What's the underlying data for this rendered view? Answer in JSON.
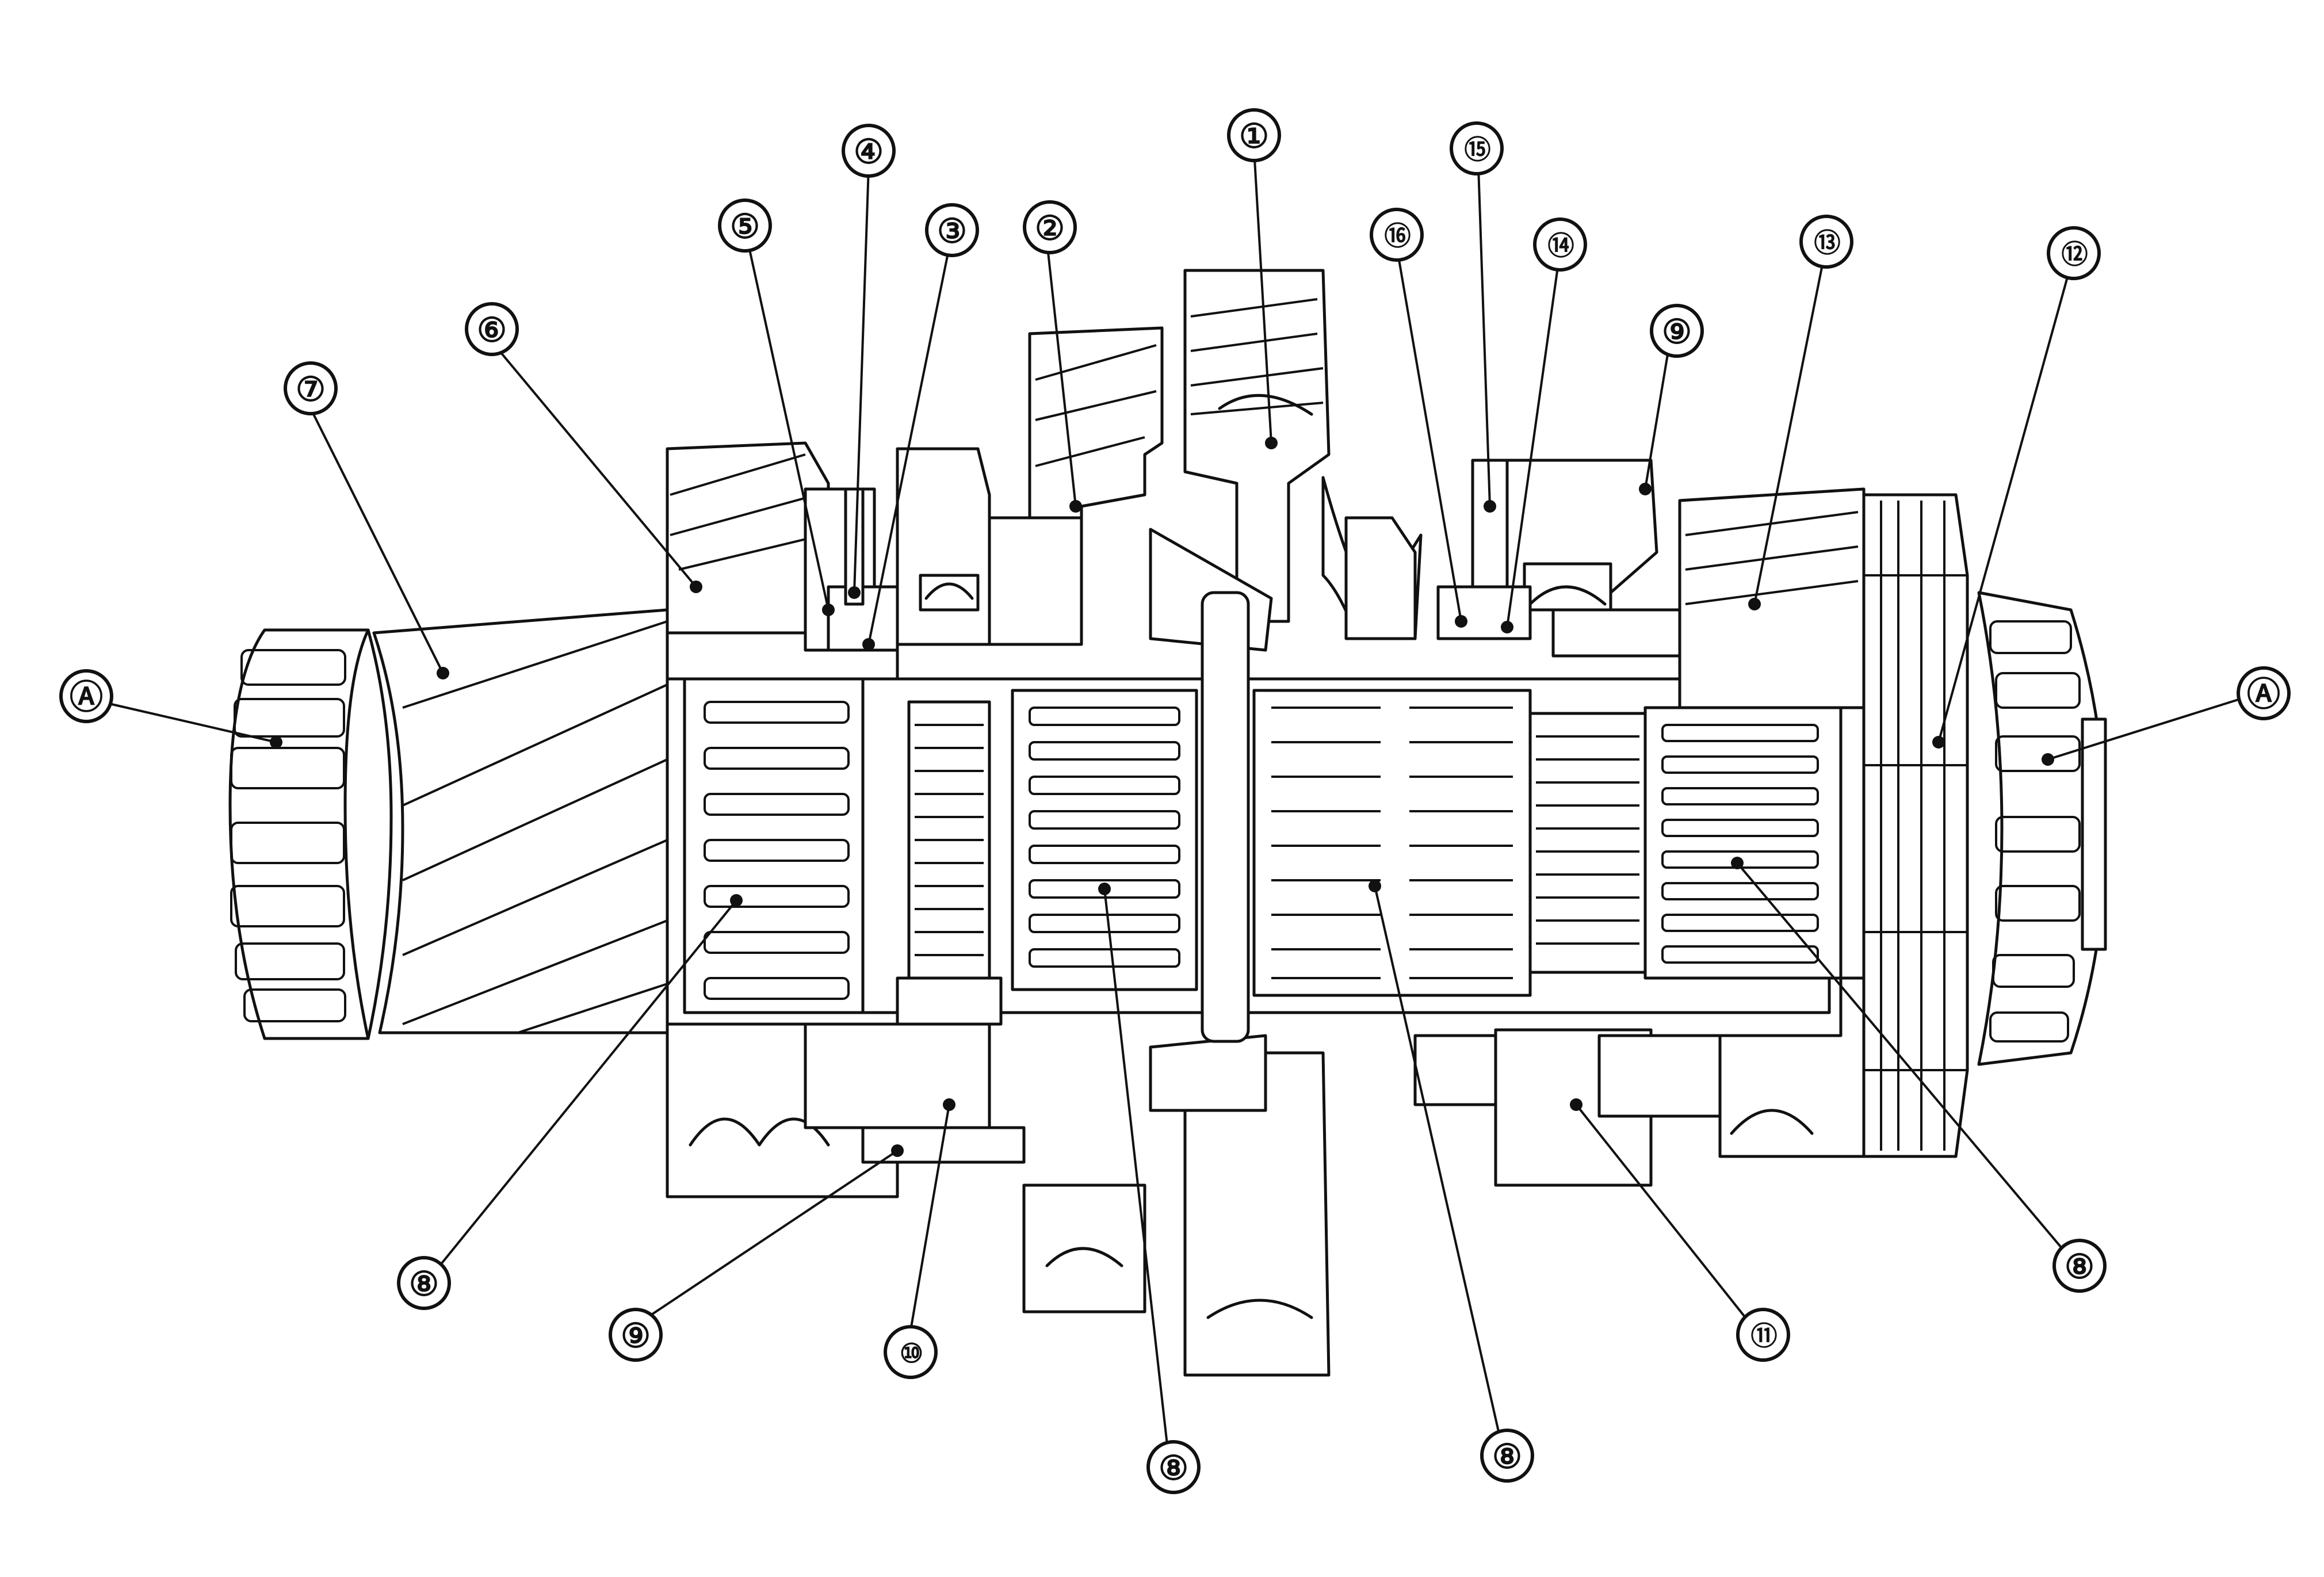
{
  "callouts": [
    {
      "id": "c1",
      "label": "①"
    },
    {
      "id": "c2",
      "label": "②"
    },
    {
      "id": "c3",
      "label": "③"
    },
    {
      "id": "c4",
      "label": "④"
    },
    {
      "id": "c5",
      "label": "⑤"
    },
    {
      "id": "c6",
      "label": "⑥"
    },
    {
      "id": "c7",
      "label": "⑦"
    },
    {
      "id": "c8a",
      "label": "⑧"
    },
    {
      "id": "c8b",
      "label": "⑧"
    },
    {
      "id": "c8c",
      "label": "⑧"
    },
    {
      "id": "c8d",
      "label": "⑧"
    },
    {
      "id": "c9a",
      "label": "⑨"
    },
    {
      "id": "c9b",
      "label": "⑨"
    },
    {
      "id": "c10",
      "label": "⑩"
    },
    {
      "id": "c11",
      "label": "⑪"
    },
    {
      "id": "c12",
      "label": "⑫"
    },
    {
      "id": "c13",
      "label": "⑬"
    },
    {
      "id": "c14",
      "label": "⑭"
    },
    {
      "id": "c15",
      "label": "⑮"
    },
    {
      "id": "c16",
      "label": "⑯"
    },
    {
      "id": "cAL",
      "label": "Ⓐ"
    },
    {
      "id": "cAR",
      "label": "Ⓐ"
    }
  ],
  "colors": {
    "line": "#111111",
    "background": "#ffffff"
  }
}
